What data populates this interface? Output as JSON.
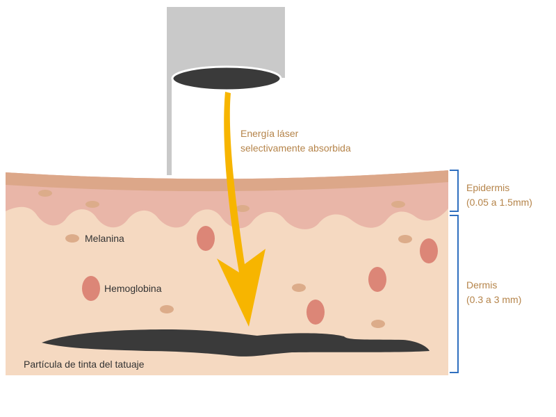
{
  "labels": {
    "laser_energy_line1": "Energía láser",
    "laser_energy_line2": "selectivamente absorbida",
    "epidermis_title": "Epidermis",
    "epidermis_range": "(0.05 a 1.5mm)",
    "dermis_title": "Dermis",
    "dermis_range": "(0.3 a 3 mm)",
    "melanin": "Melanina",
    "hemoglobin": "Hemoglobina",
    "tattoo_ink": "Partícula de tinta del tatuaje"
  },
  "colors": {
    "dermis": "#f5d9c1",
    "basal_layer": "#e9b6a8",
    "stratum_corneum": "#dca789",
    "melanin": "#dcac8a",
    "hemoglobin": "#dc8677",
    "ink": "#3a3a3a",
    "laser_beam": "#f7b500",
    "laser_head": "#c9c9c9",
    "bracket": "#2f6fbf",
    "annotation_text": "#b5844a"
  }
}
